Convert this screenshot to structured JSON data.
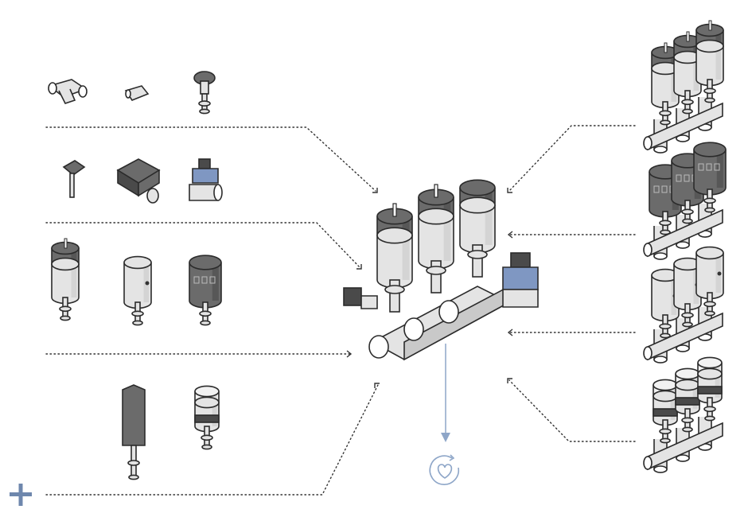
{
  "colors": {
    "outline": "#2b2b2b",
    "metal": "#e4e4e4",
    "metal_shade": "#c9c9c9",
    "dark": "#6b6b6b",
    "dark_shade": "#4a4a4a",
    "accent_blue": "#7f97c2",
    "flow_arrow": "#8ea6c8",
    "plus": "#6e87ad",
    "leader": "#333333"
  },
  "icons": {
    "plus": "plus-icon",
    "cycle": "heart-in-recycle-icon"
  },
  "left_groups": [
    {
      "name": "fittings-group",
      "items": [
        "y-strainer",
        "check-valve",
        "manual-diaphragm-valve"
      ]
    },
    {
      "name": "sensors-group",
      "items": [
        "pressure-transmitter",
        "solenoid-pilot-block",
        "solenoid-valve-blue-coil"
      ]
    },
    {
      "name": "actuator-valves-group",
      "items": [
        "valve-with-position-indicator",
        "white-actuator-valve",
        "dark-actuator-valve"
      ]
    },
    {
      "name": "control-heads-group",
      "items": [
        "dark-control-head-valve",
        "positioner-head-valve"
      ]
    }
  ],
  "right_variants": [
    {
      "name": "variant-1",
      "style": "tall-light"
    },
    {
      "name": "variant-2",
      "style": "dark-heads"
    },
    {
      "name": "variant-3",
      "style": "white-actuators"
    },
    {
      "name": "variant-4",
      "style": "positioner-heads"
    }
  ]
}
